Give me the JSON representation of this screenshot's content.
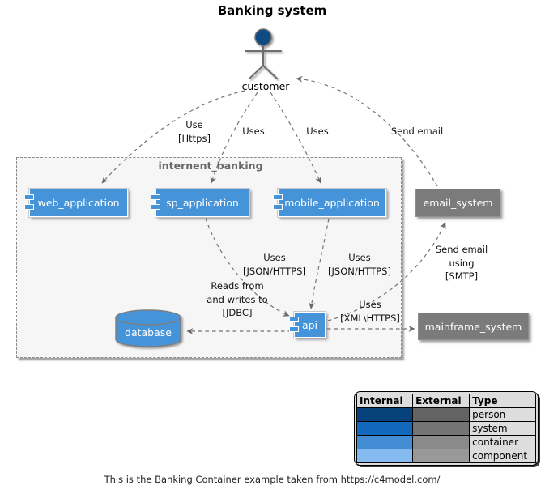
{
  "title": "Banking system",
  "caption": "This is the Banking Container example taken from https://c4model.com/",
  "actor": {
    "label": "customer"
  },
  "boundary": {
    "label": "internent_banking"
  },
  "nodes": {
    "web_application": "web_application",
    "sp_application": "sp_application",
    "mobile_application": "mobile_application",
    "email_system": "email_system",
    "database": "database",
    "api": "api",
    "mainframe_system": "mainframe_system"
  },
  "edge_labels": {
    "customer_web": "Use\n[Https]",
    "customer_sp": "Uses",
    "customer_mobile": "Uses",
    "email_customer": "Send email",
    "sp_api": "Uses\n[JSON/HTTPS]",
    "mobile_api": "Uses\n[JSON/HTTPS]",
    "api_database": "Reads from\nand writes to\n[JDBC]",
    "api_mainframe": "Uses\n[XML\\HTTPS]",
    "api_email": "Send email\nusing\n[SMTP]"
  },
  "legend": {
    "headers": [
      "Internal",
      "External",
      "Type"
    ],
    "rows": [
      {
        "type": "person",
        "internal": "#08427B",
        "external": "#636363"
      },
      {
        "type": "system",
        "internal": "#1168BD",
        "external": "#747474"
      },
      {
        "type": "container",
        "internal": "#438DD5",
        "external": "#8A8A8A"
      },
      {
        "type": "component",
        "internal": "#85BBF0",
        "external": "#999999"
      }
    ]
  },
  "colors": {
    "internal_node": "#4594DA",
    "external_node": "#7B7B7B",
    "boundary_background": "#F6F6F6",
    "edge": "#747474",
    "person_head": "#0E4C82"
  }
}
